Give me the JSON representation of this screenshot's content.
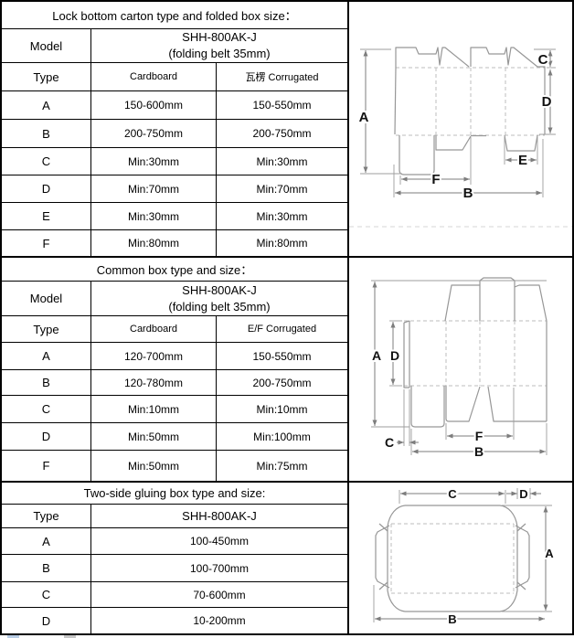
{
  "sections": [
    {
      "title": "Lock bottom carton type and folded box size：",
      "model_label": "Model",
      "model_value_line1": "SHH-800AK-J",
      "model_value_line2": "(folding belt 35mm)",
      "type_label": "Type",
      "col2_header": "Cardboard",
      "col3_header": "瓦楞 Corrugated",
      "rows": [
        {
          "type": "A",
          "cardboard": "150-600mm",
          "corrugated": "150-550mm"
        },
        {
          "type": "B",
          "cardboard": "200-750mm",
          "corrugated": "200-750mm"
        },
        {
          "type": "C",
          "cardboard": "Min:30mm",
          "corrugated": "Min:30mm"
        },
        {
          "type": "D",
          "cardboard": "Min:70mm",
          "corrugated": "Min:70mm"
        },
        {
          "type": "E",
          "cardboard": "Min:30mm",
          "corrugated": "Min:30mm"
        },
        {
          "type": "F",
          "cardboard": "Min:80mm",
          "corrugated": "Min:80mm"
        }
      ]
    },
    {
      "title": "Common box type and size：",
      "model_label": "Model",
      "model_value_line1": "SHH-800AK-J",
      "model_value_line2": "(folding belt 35mm)",
      "type_label": "Type",
      "col2_header": "Cardboard",
      "col3_header": "E/F Corrugated",
      "rows": [
        {
          "type": "A",
          "cardboard": "120-700mm",
          "corrugated": "150-550mm"
        },
        {
          "type": "B",
          "cardboard": "120-780mm",
          "corrugated": "200-750mm"
        },
        {
          "type": "C",
          "cardboard": "Min:10mm",
          "corrugated": "Min:10mm"
        },
        {
          "type": "D",
          "cardboard": "Min:50mm",
          "corrugated": "Min:100mm"
        },
        {
          "type": "F",
          "cardboard": "Min:50mm",
          "corrugated": "Min:75mm"
        }
      ]
    },
    {
      "title": "Two-side gluing box type and size:",
      "type_label": "Type",
      "model_value": "SHH-800AK-J",
      "rows": [
        {
          "type": "A",
          "value": "100-450mm"
        },
        {
          "type": "B",
          "value": "100-700mm"
        },
        {
          "type": "C",
          "value": "70-600mm"
        },
        {
          "type": "D",
          "value": "10-200mm"
        }
      ]
    }
  ],
  "diagrams": {
    "d1": {
      "labels": {
        "A": "A",
        "B": "B",
        "C": "C",
        "D": "D",
        "E": "E",
        "F": "F"
      }
    },
    "d2": {
      "labels": {
        "A": "A",
        "B": "B",
        "C": "C",
        "D": "D",
        "F": "F"
      }
    },
    "d3": {
      "labels": {
        "A": "A",
        "B": "B",
        "C": "C",
        "D": "D"
      }
    }
  },
  "colors": {
    "border": "#000000",
    "blank_outline": "#979797",
    "fold_line": "#bdbdbd",
    "dimension_line": "#7d7d7d"
  }
}
